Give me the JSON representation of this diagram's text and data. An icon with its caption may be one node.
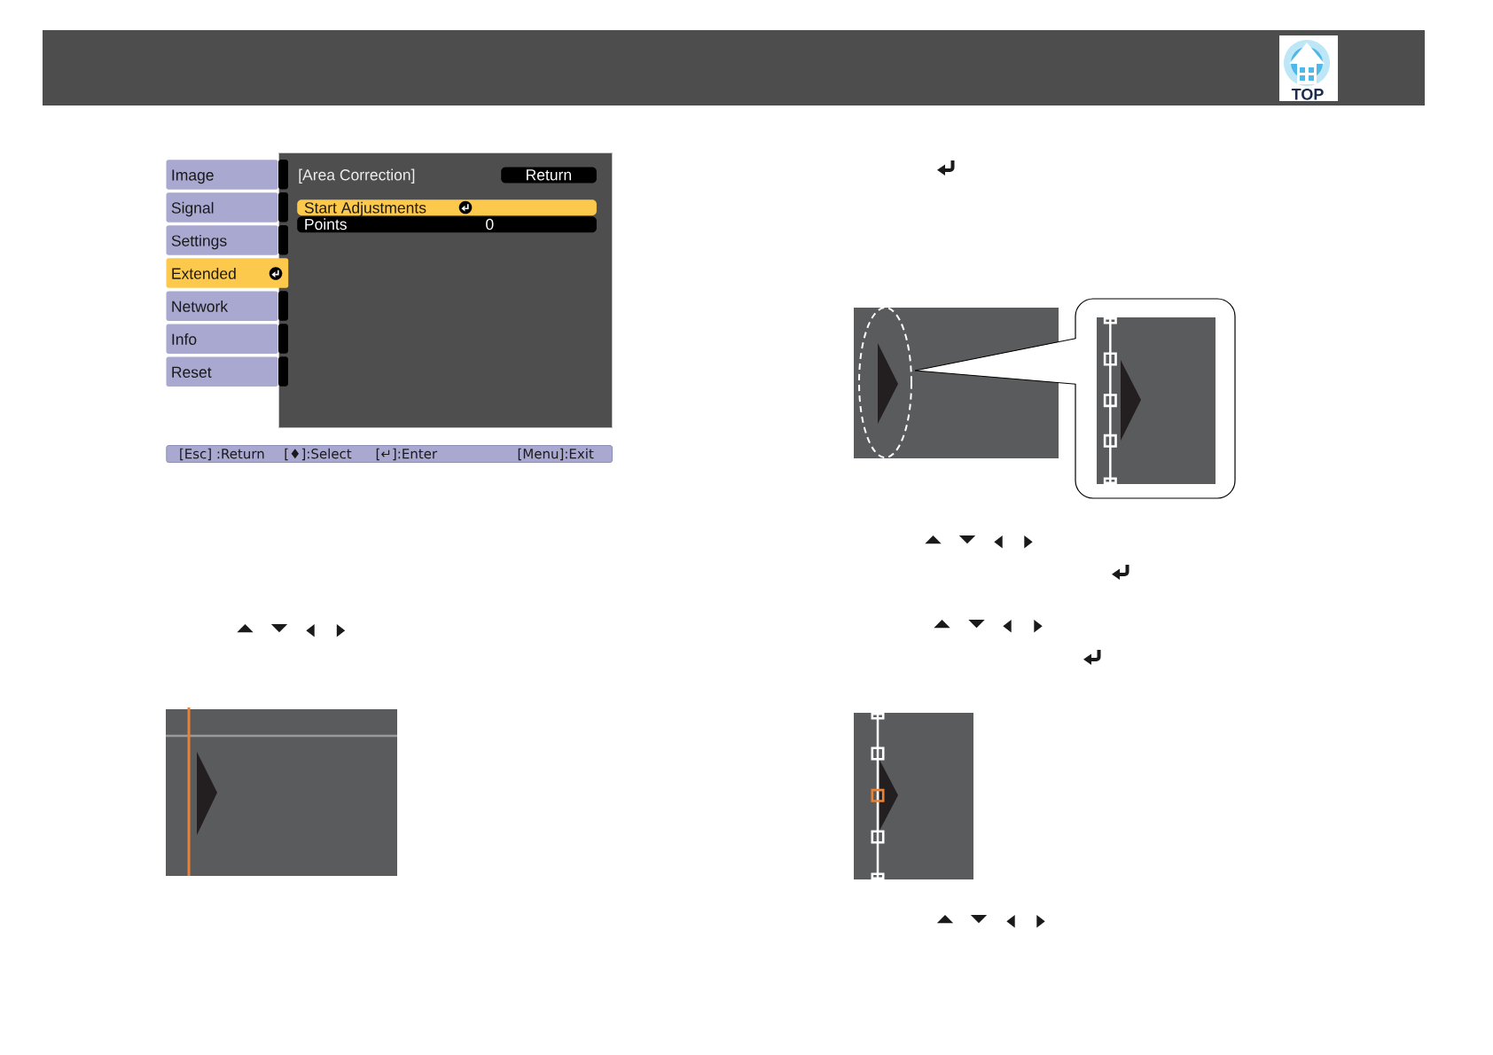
{
  "diagram": {
    "nodes": [
      {
        "text": [
          "Image"
        ]
      },
      {
        "text": [
          "Signal"
        ]
      },
      {
        "text": [
          "Settings"
        ]
      },
      {
        "text": [
          "Extended"
        ]
      },
      {
        "text": [
          "Network"
        ]
      },
      {
        "text": [
          "Info"
        ]
      },
      {
        "text": [
          "Reset"
        ]
      },
      {
        "text": [
          "[Area Correction]"
        ]
      },
      {
        "text": [
          "Return"
        ],
        "in": 7
      },
      {
        "text": [
          "Start Adjustments"
        ],
        "in": 7
      },
      {
        "text": [
          "Points",
          "0"
        ],
        "in": 7
      },
      {
        "text": [
          "[Esc] :Return",
          "[♦]:Select",
          "[↵]:Enter",
          "[Menu]:Exit"
        ]
      }
    ],
    "labels": [
      "TOP"
    ]
  }
}
